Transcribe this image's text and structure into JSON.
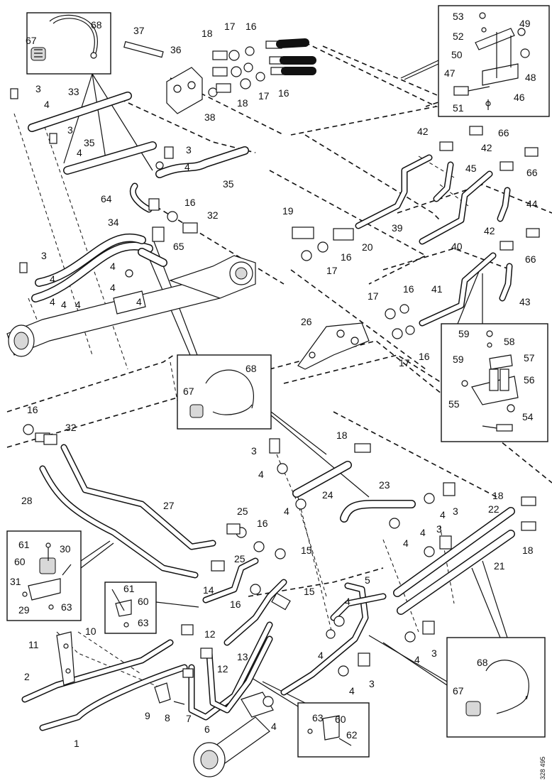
{
  "diagram": {
    "reference_code": "328 495",
    "callouts": [
      {
        "label": "1"
      },
      {
        "label": "2"
      },
      {
        "label": "3"
      },
      {
        "label": "4"
      },
      {
        "label": "5"
      },
      {
        "label": "6"
      },
      {
        "label": "7"
      },
      {
        "label": "8"
      },
      {
        "label": "9"
      },
      {
        "label": "10"
      },
      {
        "label": "11"
      },
      {
        "label": "12"
      },
      {
        "label": "13"
      },
      {
        "label": "14"
      },
      {
        "label": "15"
      },
      {
        "label": "16"
      },
      {
        "label": "17"
      },
      {
        "label": "18"
      },
      {
        "label": "19"
      },
      {
        "label": "20"
      },
      {
        "label": "21"
      },
      {
        "label": "22"
      },
      {
        "label": "23"
      },
      {
        "label": "24"
      },
      {
        "label": "25"
      },
      {
        "label": "26"
      },
      {
        "label": "27"
      },
      {
        "label": "28"
      },
      {
        "label": "29"
      },
      {
        "label": "30"
      },
      {
        "label": "31"
      },
      {
        "label": "32"
      },
      {
        "label": "33"
      },
      {
        "label": "34"
      },
      {
        "label": "35"
      },
      {
        "label": "36"
      },
      {
        "label": "37"
      },
      {
        "label": "38"
      },
      {
        "label": "39"
      },
      {
        "label": "40"
      },
      {
        "label": "41"
      },
      {
        "label": "42"
      },
      {
        "label": "43"
      },
      {
        "label": "44"
      },
      {
        "label": "45"
      },
      {
        "label": "46"
      },
      {
        "label": "47"
      },
      {
        "label": "48"
      },
      {
        "label": "49"
      },
      {
        "label": "50"
      },
      {
        "label": "51"
      },
      {
        "label": "52"
      },
      {
        "label": "53"
      },
      {
        "label": "54"
      },
      {
        "label": "55"
      },
      {
        "label": "56"
      },
      {
        "label": "57"
      },
      {
        "label": "58"
      },
      {
        "label": "59"
      },
      {
        "label": "60"
      },
      {
        "label": "61"
      },
      {
        "label": "62"
      },
      {
        "label": "63"
      },
      {
        "label": "64"
      },
      {
        "label": "65"
      },
      {
        "label": "66"
      },
      {
        "label": "67"
      },
      {
        "label": "68"
      }
    ]
  }
}
